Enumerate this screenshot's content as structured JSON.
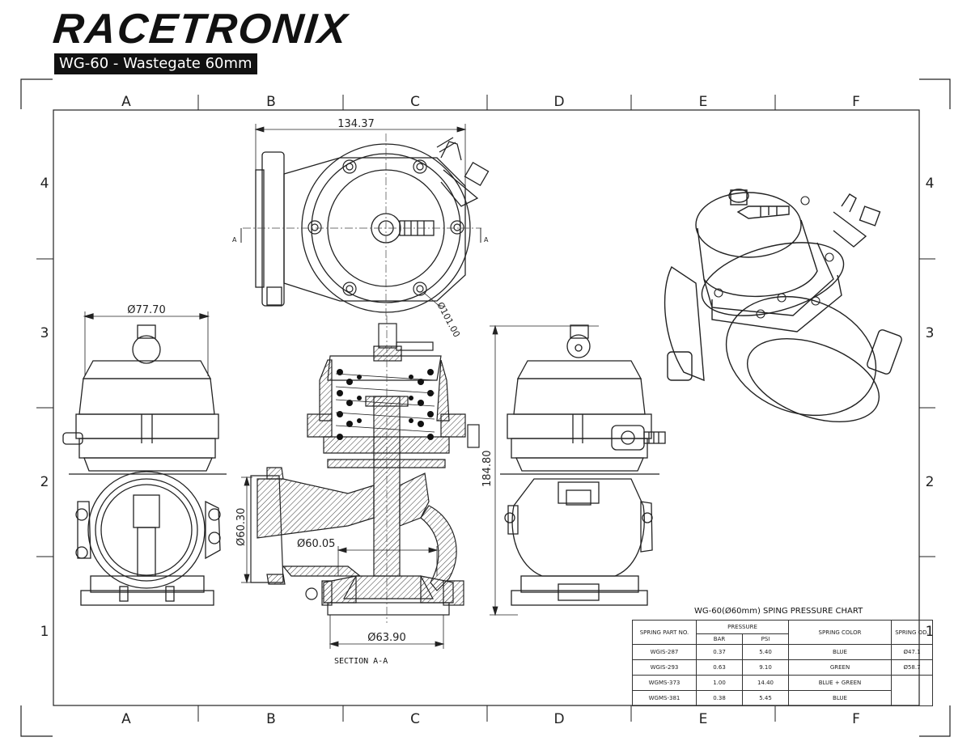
{
  "header": {
    "logo": "RACETRONIX",
    "subtitle": "WG-60 - Wastegate 60mm"
  },
  "frame": {
    "columns": [
      "A",
      "B",
      "C",
      "D",
      "E",
      "F"
    ],
    "rows": [
      "4",
      "3",
      "2",
      "1"
    ]
  },
  "dimensions": {
    "top_width": "134.37",
    "flange_dia": "Ø101.00",
    "body_dia": "Ø77.70",
    "inlet_dia": "Ø60.30",
    "valve_dia": "Ø60.05",
    "outlet_dia": "Ø63.90",
    "height": "184.80",
    "section_marker": "A"
  },
  "section_label": "SECTION  A-A",
  "spring_chart": {
    "title": "WG-60(Ø60mm)  SPING PRESSURE CHART",
    "headers": {
      "part_no": "SPRING PART NO.",
      "pressure": "PRESSURE",
      "bar": "BAR",
      "psi": "PSI",
      "color": "SPRING COLOR",
      "od": "SPRING OD."
    },
    "rows": [
      {
        "part": "WGIS-287",
        "bar": "0.37",
        "psi": "5.40",
        "color": "BLUE",
        "od": "Ø47.1"
      },
      {
        "part": "WGIS-293",
        "bar": "0.63",
        "psi": "9.10",
        "color": "GREEN",
        "od": "Ø58.7"
      },
      {
        "part": "WGMS-373",
        "bar": "1.00",
        "psi": "14.40",
        "color": "BLUE + GREEN",
        "od": ""
      },
      {
        "part": "WGMS-381",
        "bar": "0.38",
        "psi": "5.45",
        "color": "BLUE",
        "od": ""
      }
    ]
  }
}
